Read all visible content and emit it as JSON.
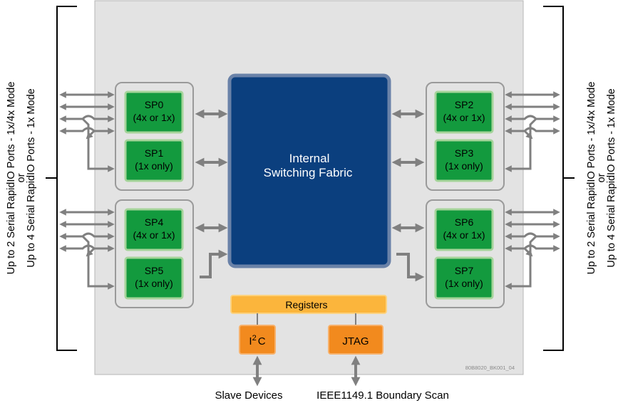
{
  "colors": {
    "chip_bg": "#e3e3e3",
    "fabric": "#0b3f7e",
    "fabric_border": "#6a82a8",
    "port_green": "#139a3e",
    "port_green_border": "#a5d49a",
    "orange": "#f28a1e",
    "registers": "#fbb53c",
    "arrow_gray": "#808080"
  },
  "left_label": {
    "line1": "Up to 2 Serial RapidIO Ports - 1x/4x Mode",
    "or": "or",
    "line2": "Up to 4 Serial RapidIO Ports - 1x Mode"
  },
  "right_label": {
    "line1": "Up to 2 Serial RapidIO Ports - 1x/4x Mode",
    "or": "or",
    "line2": "Up to 4 Serial RapidIO Ports - 1x Mode"
  },
  "fabric": {
    "line1": "Internal",
    "line2": "Switching Fabric"
  },
  "ports": {
    "sp0": {
      "name": "SP0",
      "mode": "(4x or 1x)"
    },
    "sp1": {
      "name": "SP1",
      "mode": "(1x only)"
    },
    "sp2": {
      "name": "SP2",
      "mode": "(4x or 1x)"
    },
    "sp3": {
      "name": "SP3",
      "mode": "(1x only)"
    },
    "sp4": {
      "name": "SP4",
      "mode": "(4x or 1x)"
    },
    "sp5": {
      "name": "SP5",
      "mode": "(1x only)"
    },
    "sp6": {
      "name": "SP6",
      "mode": "(4x or 1x)"
    },
    "sp7": {
      "name": "SP7",
      "mode": "(1x only)"
    }
  },
  "registers": "Registers",
  "i2c": {
    "base": "I",
    "sup": "2",
    "tail": "C"
  },
  "jtag": "JTAG",
  "slave_devices": "Slave Devices",
  "boundary_scan": "IEEE1149.1 Boundary Scan",
  "figure_id": "80B8020_BK001_04"
}
